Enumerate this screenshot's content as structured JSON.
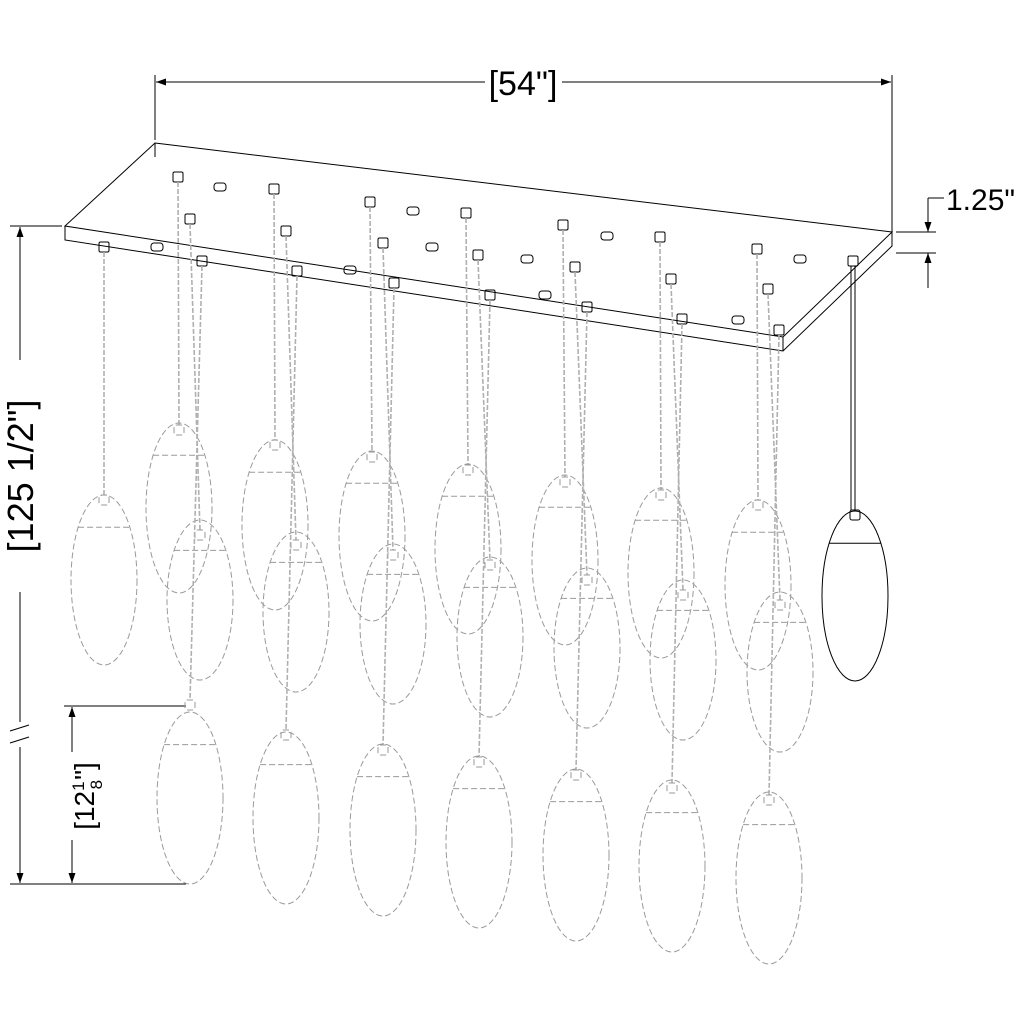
{
  "dimensions": {
    "width_label": "[54\"]",
    "canopy_thickness_label": "1.25\"",
    "overall_height_label": "[125 1/2\"]",
    "pendant_height_whole": "[12",
    "pendant_height_num": "1",
    "pendant_height_den": "8",
    "pendant_height_close": "\"]"
  },
  "colors": {
    "line": "#000000",
    "hidden_line": "#9a9a9a",
    "background": "#ffffff"
  }
}
